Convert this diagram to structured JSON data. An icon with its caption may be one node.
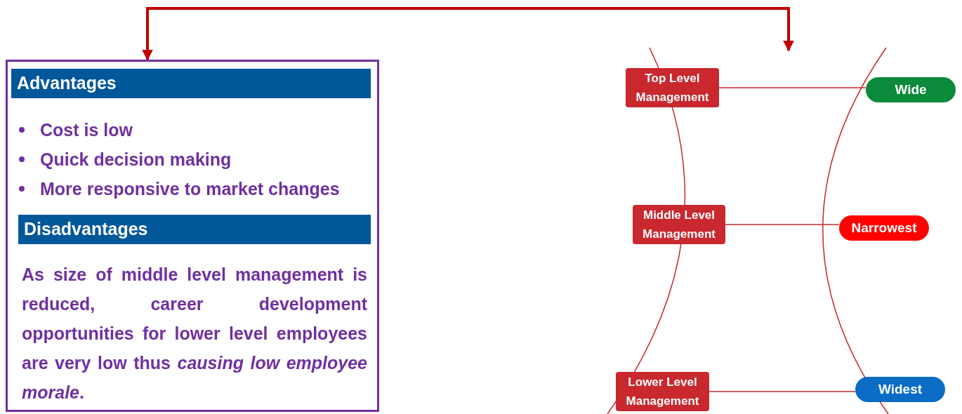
{
  "diagram": {
    "nodes": [
      {
        "text": [
          "Cost is low",
          "Quick decision making",
          "More responsive to market changes",
          "As size of middle level management is reduced, career development opportunities for lower level employees are very low thus *causing low employee morale*."
        ]
      },
      {
        "text": [
          "Advantages"
        ],
        "in": 0
      },
      {
        "text": [
          "Disadvantages"
        ],
        "in": 0
      },
      {
        "text": [
          "Top Level Management"
        ]
      },
      {
        "text": [
          "Wide"
        ]
      },
      {
        "text": [
          "Middle Level Management"
        ]
      },
      {
        "text": [
          "Narrowest"
        ]
      },
      {
        "text": [
          "Lower Level Management"
        ]
      },
      {
        "text": [
          "Widest"
        ]
      }
    ],
    "edges": [
      {
        "from": 0,
        "to": null,
        "arrow": "both",
        "style": "thick"
      },
      {
        "from": 3,
        "to": 4,
        "arrow": "none"
      },
      {
        "from": 5,
        "to": 6,
        "arrow": "none"
      },
      {
        "from": 7,
        "to": 8,
        "arrow": "none"
      }
    ]
  }
}
